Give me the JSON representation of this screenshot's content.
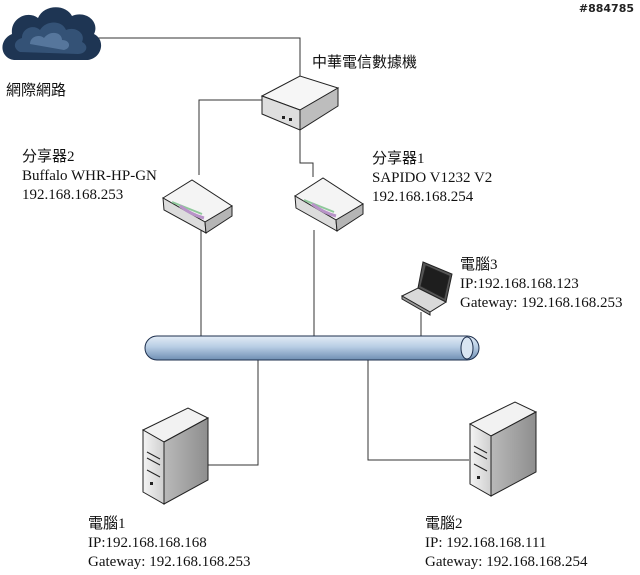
{
  "watermark": "#884785",
  "internet": {
    "label": "網際網路"
  },
  "modem": {
    "label": "中華電信數據機"
  },
  "router2": {
    "line1": "分享器2",
    "line2": "Buffalo WHR-HP-GN",
    "line3": "192.168.168.253"
  },
  "router1": {
    "line1": "分享器1",
    "line2": "SAPIDO V1232 V2",
    "line3": "192.168.168.254"
  },
  "pc3": {
    "line1": "電腦3",
    "line2": "IP:192.168.168.123",
    "line3": "Gateway: 192.168.168.253"
  },
  "pc1": {
    "line1": "電腦1",
    "line2": "IP:192.168.168.168",
    "line3": "Gateway: 192.168.168.253"
  },
  "pc2": {
    "line1": "電腦2",
    "line2": "IP: 192.168.168.111",
    "line3": "Gateway: 192.168.168.254"
  },
  "colors": {
    "bus": "#b8cde4",
    "bus_stroke": "#1d2f4d",
    "cloud": "#1e3553",
    "device": "#e8e8e8",
    "accent": "#b893c8",
    "accent2": "#8ec89a"
  }
}
